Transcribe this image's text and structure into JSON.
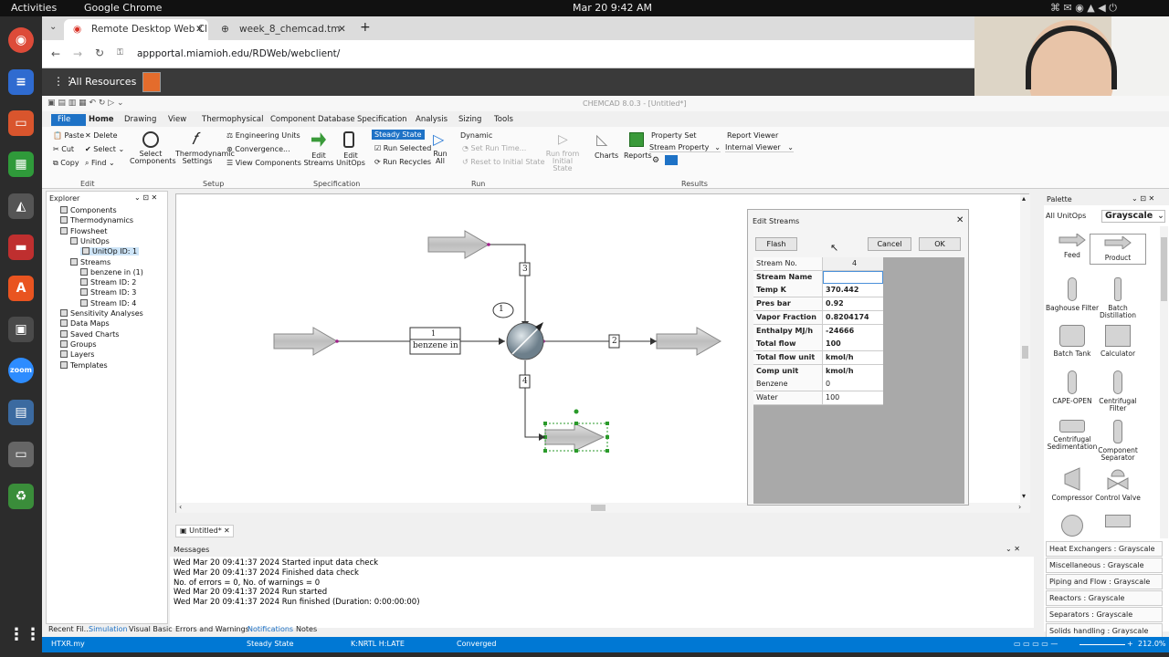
{
  "os": {
    "activities": "Activities",
    "app_name": "Google Chrome",
    "datetime": "Mar 20  9:42 AM"
  },
  "browser": {
    "tabs": [
      {
        "label": "Remote Desktop Web Cl"
      },
      {
        "label": "week_8_chemcad.tm"
      }
    ],
    "url": "appportal.miamioh.edu/RDWeb/webclient/"
  },
  "rdweb": {
    "title": "All Resources"
  },
  "app": {
    "title": "CHEMCAD 8.0.3 - [Untitled*]",
    "ribbon_tabs": [
      "File",
      "Home",
      "Drawing",
      "View",
      "Thermophysical",
      "Component Database",
      "Specification",
      "Analysis",
      "Sizing",
      "Tools"
    ],
    "edit_group": {
      "paste": "Paste",
      "delete": "Delete",
      "cut": "Cut",
      "select": "Select",
      "copy": "Copy",
      "find": "Find",
      "label": "Edit"
    },
    "setup_group": {
      "select_components": "Select Components",
      "thermo_settings": "Thermodynamic Settings",
      "engineering_units": "Engineering Units",
      "convergence": "Convergence...",
      "view_components": "View Components",
      "label": "Setup"
    },
    "spec_group": {
      "edit_streams": "Edit Streams",
      "edit_unitops": "Edit UnitOps",
      "label": "Specification"
    },
    "run_group": {
      "steady_state": "Steady State",
      "dynamic": "Dynamic",
      "run_selected": "Run Selected",
      "run_recycles": "Run Recycles",
      "run_all": "Run All",
      "set_run_time": "Set Run Time...",
      "reset_initial": "Reset to Initial State",
      "run_from_initial": "Run from Initial State",
      "label": "Run"
    },
    "results_group": {
      "charts": "Charts",
      "reports": "Reports",
      "property_set_label": "Property Set",
      "property_set_value": "Stream Property",
      "report_viewer_label": "Report Viewer",
      "report_viewer_value": "Internal Viewer",
      "label": "Results"
    }
  },
  "explorer": {
    "title": "Explorer",
    "items": [
      {
        "label": "Components",
        "indent": 1
      },
      {
        "label": "Thermodynamics",
        "indent": 1
      },
      {
        "label": "Flowsheet",
        "indent": 1
      },
      {
        "label": "UnitOps",
        "indent": 2
      },
      {
        "label": "UnitOp ID: 1",
        "indent": 3
      },
      {
        "label": "Streams",
        "indent": 2
      },
      {
        "label": "benzene in (1)",
        "indent": 3
      },
      {
        "label": "Stream ID: 2",
        "indent": 3
      },
      {
        "label": "Stream ID: 3",
        "indent": 3
      },
      {
        "label": "Stream ID: 4",
        "indent": 3
      },
      {
        "label": "Sensitivity Analyses",
        "indent": 1
      },
      {
        "label": "Data Maps",
        "indent": 1
      },
      {
        "label": "Saved Charts",
        "indent": 1
      },
      {
        "label": "Groups",
        "indent": 1
      },
      {
        "label": "Layers",
        "indent": 1
      },
      {
        "label": "Templates",
        "indent": 1
      }
    ]
  },
  "flowsheet": {
    "unit_label": "1",
    "stream_labels": [
      "3",
      "2",
      "4"
    ],
    "feed_box_id": "1",
    "feed_box_name": "benzene in"
  },
  "edit_streams": {
    "title": "Edit Streams",
    "flash": "Flash",
    "cancel": "Cancel",
    "ok": "OK",
    "rows": [
      {
        "k": "Stream No.",
        "v": "4",
        "bold": false
      },
      {
        "k": "Stream Name",
        "v": "",
        "bold": true
      },
      {
        "k": "Temp  K",
        "v": "370.442",
        "bold": true
      },
      {
        "k": "Pres  bar",
        "v": "0.92",
        "bold": true
      },
      {
        "k": "Vapor Fraction",
        "v": "0.8204174",
        "bold": true
      },
      {
        "k": "Enthalpy MJ/h",
        "v": "-24666",
        "bold": true
      },
      {
        "k": "Total flow",
        "v": "100",
        "bold": true
      },
      {
        "k": "Total flow unit",
        "v": "kmol/h",
        "bold": true
      },
      {
        "k": "Comp unit",
        "v": "kmol/h",
        "bold": true
      },
      {
        "k": "Benzene",
        "v": "0",
        "bold": false
      },
      {
        "k": "Water",
        "v": "100",
        "bold": false
      }
    ]
  },
  "palette": {
    "title": "Palette",
    "tab_all": "All UnitOps",
    "tab_style": "Grayscale",
    "items": [
      {
        "label": "Feed"
      },
      {
        "label": "Product"
      },
      {
        "label": "Baghouse Filter"
      },
      {
        "label": "Batch Distillation"
      },
      {
        "label": "Batch Tank"
      },
      {
        "label": "Calculator"
      },
      {
        "label": "CAPE-OPEN"
      },
      {
        "label": "Centrifugal Filter"
      },
      {
        "label": "Centrifugal Sedimentation"
      },
      {
        "label": "Component Separator"
      },
      {
        "label": "Compressor"
      },
      {
        "label": "Control Valve"
      }
    ],
    "lists": [
      "Heat Exchangers : Grayscale",
      "Miscellaneous : Grayscale",
      "Piping and Flow : Grayscale",
      "Reactors : Grayscale",
      "Separators : Grayscale",
      "Solids handling : Grayscale"
    ]
  },
  "doc_tab": "Untitled*",
  "messages": {
    "title": "Messages",
    "lines": [
      "Wed Mar 20 09:41:37 2024     Started input data check",
      "Wed Mar 20 09:41:37 2024     Finished data check",
      "No. of errors = 0,   No. of warnings = 0",
      "Wed Mar 20 09:41:37 2024     Run started",
      "Wed Mar 20 09:41:37 2024     Run finished (Duration: 0:00:00:00)"
    ]
  },
  "bottom_tabs": [
    "Recent Fil...",
    "Simulation",
    "Visual Basic",
    "Errors and Warnings",
    "Notifications",
    "Notes"
  ],
  "status": {
    "file": "HTXR.my",
    "mode": "Steady State",
    "thermo": "K:NRTL H:LATE",
    "state": "Converged",
    "zoom": "212.0%"
  }
}
